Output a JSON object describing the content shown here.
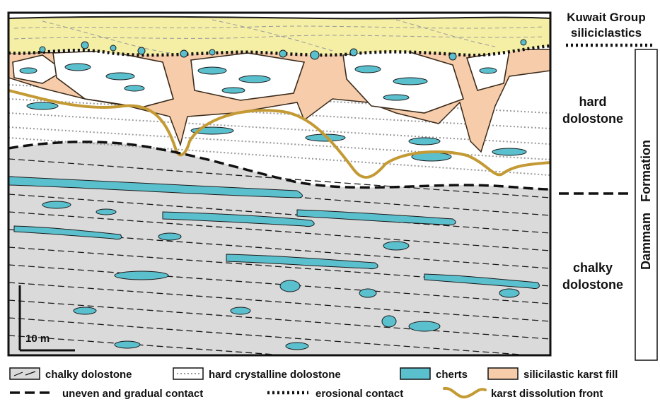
{
  "colors": {
    "siliciclastic": "#F5EFA5",
    "karst_fill": "#F6CCAA",
    "chalky": "#DADADA",
    "chert": "#5BC0CE",
    "karst_front": "#C49A34",
    "outline": "#1a1a1a"
  },
  "labels": {
    "kuwait_line1": "Kuwait Group",
    "kuwait_line2": "siliciclastics",
    "hard_line1": "hard",
    "hard_line2": "dolostone",
    "chalky_line1": "chalky",
    "chalky_line2": "dolostone",
    "formation": "Dammam   Formation",
    "scale": "10 m"
  },
  "legend": {
    "chalky": "chalky dolostone",
    "hard": "hard crystalline dolostone",
    "cherts": "cherts",
    "karst_fill": "silicilastic karst fill",
    "gradual_contact": "uneven and gradual contact",
    "erosional_contact": "erosional contact",
    "dissolution_front": "karst dissolution front"
  }
}
